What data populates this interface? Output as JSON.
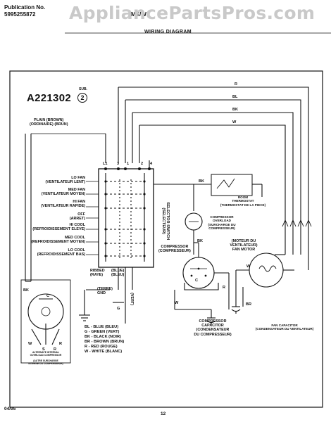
{
  "header": {
    "publication_label": "Publication No.",
    "publication_number": "5995255872",
    "header_fragment": "ME/W",
    "watermark": "AppliancePartsPros.com",
    "diagram_title": "WIRING DIAGRAM"
  },
  "diagram": {
    "model_number": "A221302",
    "sub_label": "SUB.",
    "sub_number": "2",
    "power_cord": "PLAIN (BROWN)\n(ORDINAIRE) (BRUN)",
    "wire_codes": {
      "r": "R",
      "bl": "BL",
      "bk": "BK",
      "w": "W"
    },
    "terminals": [
      "L1",
      "3",
      "1",
      "2",
      "4"
    ],
    "switch_positions": [
      "LO FAN\n(VENTILATEUR LENT)",
      "MED FAN\n(VENTILATEUR MOYEN)",
      "HI FAN\n(VENTILATEUR RAPIDE)",
      "OFF\n(ARRET)",
      "HI COOL\n(REFROIDISSEMENT ELEVE)",
      "MED COOL\n(REFROIDISSEMENT MOYEN)",
      "LO COOL\n(REFROIDISSEMENT BAS)"
    ],
    "selector_switch": "SELECTOR SWITCH\n(SELECTEUR)",
    "room_thermostat": "ROOM\nTHERMOSTAT\n(THERMOSTAT DE LA PIECE)",
    "compressor_overload": "COMPRESSOR\nOVERLOAD\n(SURCHARGE DU\nCOMPRESSEUR)",
    "compressor": "COMPRESSOR\n(COMPRESSEUR)",
    "fan_motor": "(MOTEUR DU\nVENTILATEUR)\nFAN MOTOR",
    "ribbed": "RIBBED\n(RAYE)",
    "ribbed_color": "(BLUE)\n(BLEU)",
    "ground": "(TERRE)\nGND",
    "ground_color": "(VERT)",
    "ground_code": "G",
    "compressor_capacitor": "COMPRESSOR\nCAPACITOR\n(CONDENSATEUR\nDU COMPRESSEUR)",
    "fan_capacitor": "FAN CAPACITOR\n(CONDENSATEUR DU VENTILATEUR)",
    "alt_overload": "ALTERNATE INTERNAL\nOVERLOAD COMPRESSOR\n\n(AUTRE SURCHARGE\nINTERNE DU COMPRESSEUR)",
    "terminal_c": "C",
    "terminal_s": "S",
    "terminal_r": "R",
    "terminal_br": "BR",
    "color_legend": [
      "BL - BLUE (BLEU)",
      "G - GREEN (VERT)",
      "BK - BLACK (NOIR)",
      "BR - BROWN (BRUN)",
      "R - RED (ROUGE)",
      "W - WHITE (BLANC)"
    ]
  },
  "footer": {
    "date": "04/95",
    "page": "12"
  }
}
